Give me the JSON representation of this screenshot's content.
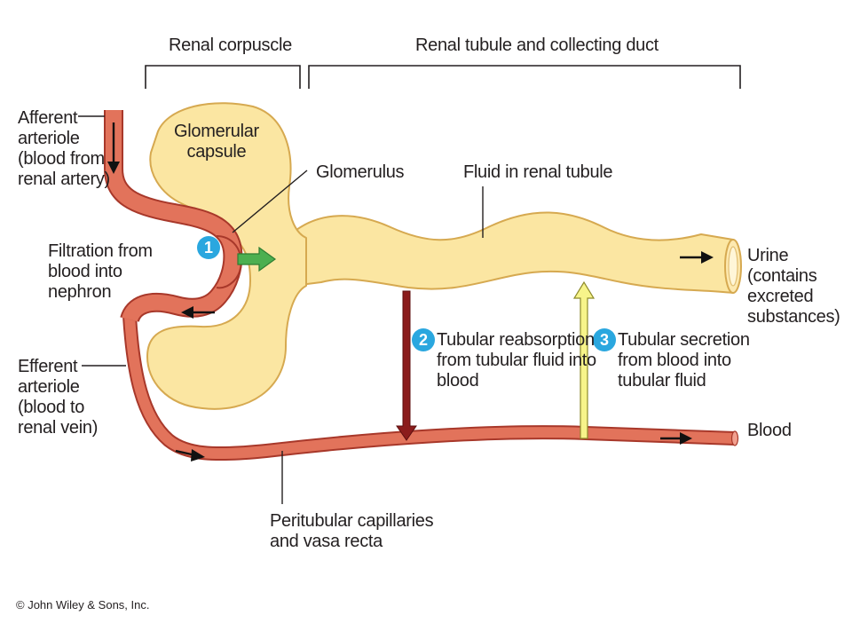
{
  "colors": {
    "tubule_fill": "#fbe6a2",
    "tubule_stroke": "#d6a950",
    "vessel_fill": "#e2735b",
    "vessel_stroke": "#a8382a",
    "filtration_arrow": "#4caf50",
    "reabsorption_arrow": "#8b1c1c",
    "secretion_arrow": "#f7f48a",
    "badge": "#2aa7df"
  },
  "brackets": {
    "renal_corpuscle": "Renal corpuscle",
    "renal_tubule_and_collecting_duct": "Renal tubule and collecting duct"
  },
  "labels": {
    "afferent_arteriole": "Afferent\narteriole\n(blood from\nrenal artery)",
    "glomerular_capsule": "Glomerular\ncapsule",
    "glomerulus": "Glomerulus",
    "fluid_in_renal_tubule": "Fluid in renal tubule",
    "filtration": "Filtration from\nblood into\nnephron",
    "urine": "Urine\n(contains\nexcreted\nsubstances)",
    "tubular_reabsorption": "Tubular reabsorption\nfrom tubular fluid into\nblood",
    "tubular_secretion": "Tubular secretion\nfrom blood into\ntubular fluid",
    "efferent_arteriole": "Efferent\narteriole\n(blood to\nrenal vein)",
    "blood": "Blood",
    "peritubular_capillaries": "Peritubular capillaries\nand vasa recta"
  },
  "steps": [
    {
      "number": "1",
      "icon": "filtration-step-badge"
    },
    {
      "number": "2",
      "icon": "reabsorption-step-badge"
    },
    {
      "number": "3",
      "icon": "secretion-step-badge"
    }
  ],
  "copyright": "© John Wiley & Sons, Inc."
}
